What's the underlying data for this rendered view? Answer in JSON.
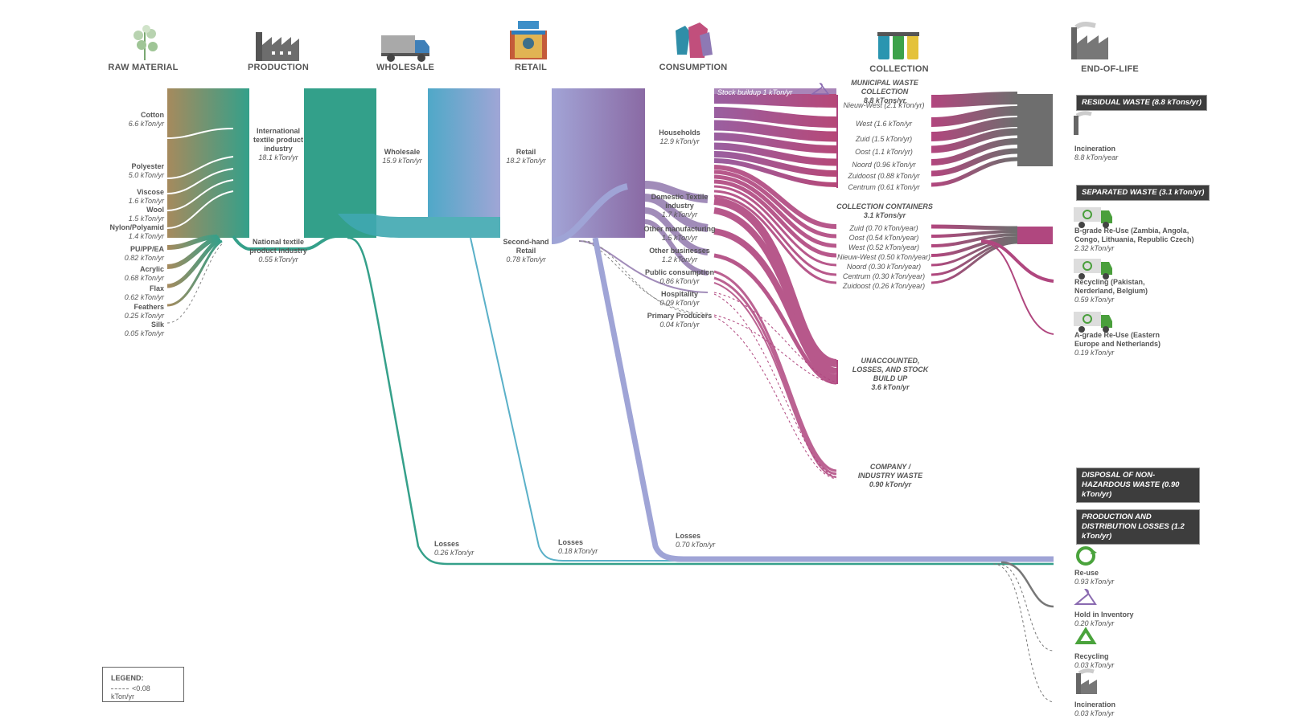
{
  "stages": {
    "raw": "RAW MATERIAL",
    "production": "PRODUCTION",
    "wholesale": "WHOLESALE",
    "retail": "RETAIL",
    "consumption": "CONSUMPTION",
    "collection": "COLLECTION",
    "eol": "END-OF-LIFE"
  },
  "raw_materials": [
    {
      "name": "Cotton",
      "value": "6.6 kTon/yr",
      "amount": 6.6
    },
    {
      "name": "Polyester",
      "value": "5.0 kTon/yr",
      "amount": 5.0
    },
    {
      "name": "Viscose",
      "value": "1.6 kTon/yr",
      "amount": 1.6
    },
    {
      "name": "Wool",
      "value": "1.5 kTon/yr",
      "amount": 1.5
    },
    {
      "name": "Nylon/Polyamid",
      "value": "1.4 kTon/yr",
      "amount": 1.4
    },
    {
      "name": "PU/PP/EA",
      "value": "0.82 kTon/yr",
      "amount": 0.82
    },
    {
      "name": "Acrylic",
      "value": "0.68 kTon/yr",
      "amount": 0.68
    },
    {
      "name": "Flax",
      "value": "0.62 kTon/yr",
      "amount": 0.62
    },
    {
      "name": "Feathers",
      "value": "0.25 kTon/yr",
      "amount": 0.25
    },
    {
      "name": "Silk",
      "value": "0.05 kTon/yr",
      "amount": 0.05
    }
  ],
  "production": {
    "intl_name": "International textile product industry",
    "intl_value": "18.1 kTon/yr",
    "national_name": "National textile product industry",
    "national_value": "0.55 kTon/yr"
  },
  "wholesale": {
    "name": "Wholesale",
    "value": "15.9 kTon/yr"
  },
  "retail": {
    "name": "Retail",
    "value": "18.2 kTon/yr",
    "second_name": "Second-hand Retail",
    "second_value": "0.78 kTon/yr"
  },
  "consumption": [
    {
      "name": "Households",
      "value": "12.9 kTon/yr"
    },
    {
      "name": "Domestic Textile industry",
      "value": "1.7 kTon/yr"
    },
    {
      "name": "Other manufacturing",
      "value": "1.5 kTon/yr"
    },
    {
      "name": "Other businesses",
      "value": "1.2 kTon/yr"
    },
    {
      "name": "Public consumption",
      "value": "0.86 kTon/yr"
    },
    {
      "name": "Hospitality",
      "value": "0.09 kTon/yr"
    },
    {
      "name": "Primary Producers",
      "value": "0.04 kTon/yr"
    }
  ],
  "stock_buildup": "Stock buildup 1 kTon/yr",
  "municipal": {
    "title": "MUNICIPAL WASTE COLLECTION",
    "value": "8.8 kTons/yr",
    "items": [
      "Nieuw-West (2.1 kTon/yr)",
      "West (1.6 kTon/yr",
      "Zuid (1.5 kTon/yr)",
      "Oost (1.1 kTon/yr)",
      "Noord (0.96 kTon/yr",
      "Zuidoost (0.88 kTon/yr",
      "Centrum (0.61 kTon/yr"
    ]
  },
  "containers": {
    "title": "COLLECTION CONTAINERS",
    "value": "3.1 kTons/yr",
    "items": [
      "Zuid (0.70 kTon/year)",
      "Oost (0.54 kTon/year)",
      "West (0.52 kTon/year)",
      "Nieuw-West (0.50 kTon/year)",
      "Noord (0.30 kTon/year)",
      "Centrum (0.30 kTon/year)",
      "Zuidoost (0.26 kTon/year)"
    ]
  },
  "unaccounted": {
    "title": "UNACCOUNTED, LOSSES, AND STOCK BUILD UP",
    "value": "3.6 kTon/yr"
  },
  "company": {
    "title": "COMPANY / INDUSTRY WASTE",
    "value": "0.90 kTon/yr"
  },
  "losses": [
    {
      "name": "Losses",
      "value": "0.26 kTon/yr"
    },
    {
      "name": "Losses",
      "value": "0.18 kTon/yr"
    },
    {
      "name": "Losses",
      "value": "0.70 kTon/yr"
    }
  ],
  "eol": {
    "residual": "RESIDUAL WASTE (8.8 kTons/yr)",
    "incineration_name": "Incineration",
    "incineration_value": "8.8 kTon/year",
    "separated": "SEPARATED WASTE (3.1 kTon/yr)",
    "bgrade_name": "B-grade Re-Use (Zambia, Angola, Congo, Lithuania, Republic Czech)",
    "bgrade_value": "2.32 kTon/yr",
    "recycling_name": "Recycling (Pakistan, Nerderland, Belgium)",
    "recycling_value": "0.59 kTon/yr",
    "agrade_name": "A-grade Re-Use (Eastern Europe and Netherlands)",
    "agrade_value": "0.19 kTon/yr",
    "disposal": "DISPOSAL OF NON-HAZARDOUS WASTE (0.90 kTon/yr)",
    "prodloss": "PRODUCTION AND DISTRIBUTION LOSSES (1.2 kTon/yr)",
    "reuse_name": "Re-use",
    "reuse_value": "0.93 kTon/yr",
    "hold_name": "Hold in Inventory",
    "hold_value": "0.20 kTon/yr",
    "recyc2_name": "Recycling",
    "recyc2_value": "0.03 kTon/yr",
    "incin2_name": "Incineration",
    "incin2_value": "0.03 kTon/yr"
  },
  "legend": {
    "title": "LEGEND:",
    "item": "<0.08 kTon/yr"
  },
  "colors": {
    "raw": "#a08a5e",
    "production": "#35a08a",
    "wholesale": "#4fa6c9",
    "retail": "#9aa3d6",
    "consumption": "#8e74ac",
    "waste": "#b0477f",
    "eol_grey": "#6b6b6b",
    "badge": "#3d3d3d"
  }
}
